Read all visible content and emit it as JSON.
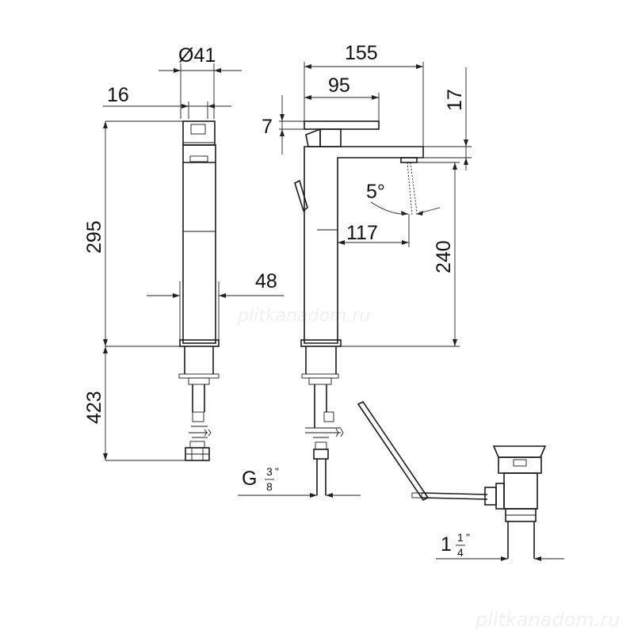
{
  "dimensions": {
    "diameter_top": "Ø41",
    "width_16": "16",
    "height_total": "295",
    "body_width": "48",
    "hose_length": "423",
    "depth_total": "155",
    "lever_length": "95",
    "lever_thickness": "7",
    "spout_height": "17",
    "spout_reach": "117",
    "spout_clearance": "240",
    "angle": "5°"
  },
  "threads": {
    "inlet_prefix": "G",
    "inlet_num": "3",
    "inlet_den": "8",
    "inlet_mark": "\"",
    "drain_whole": "1",
    "drain_num": "1",
    "drain_den": "4",
    "drain_mark": "\""
  },
  "watermarks": {
    "center": "plitkanadom.ru",
    "bottom": "plitkanadom.ru"
  }
}
